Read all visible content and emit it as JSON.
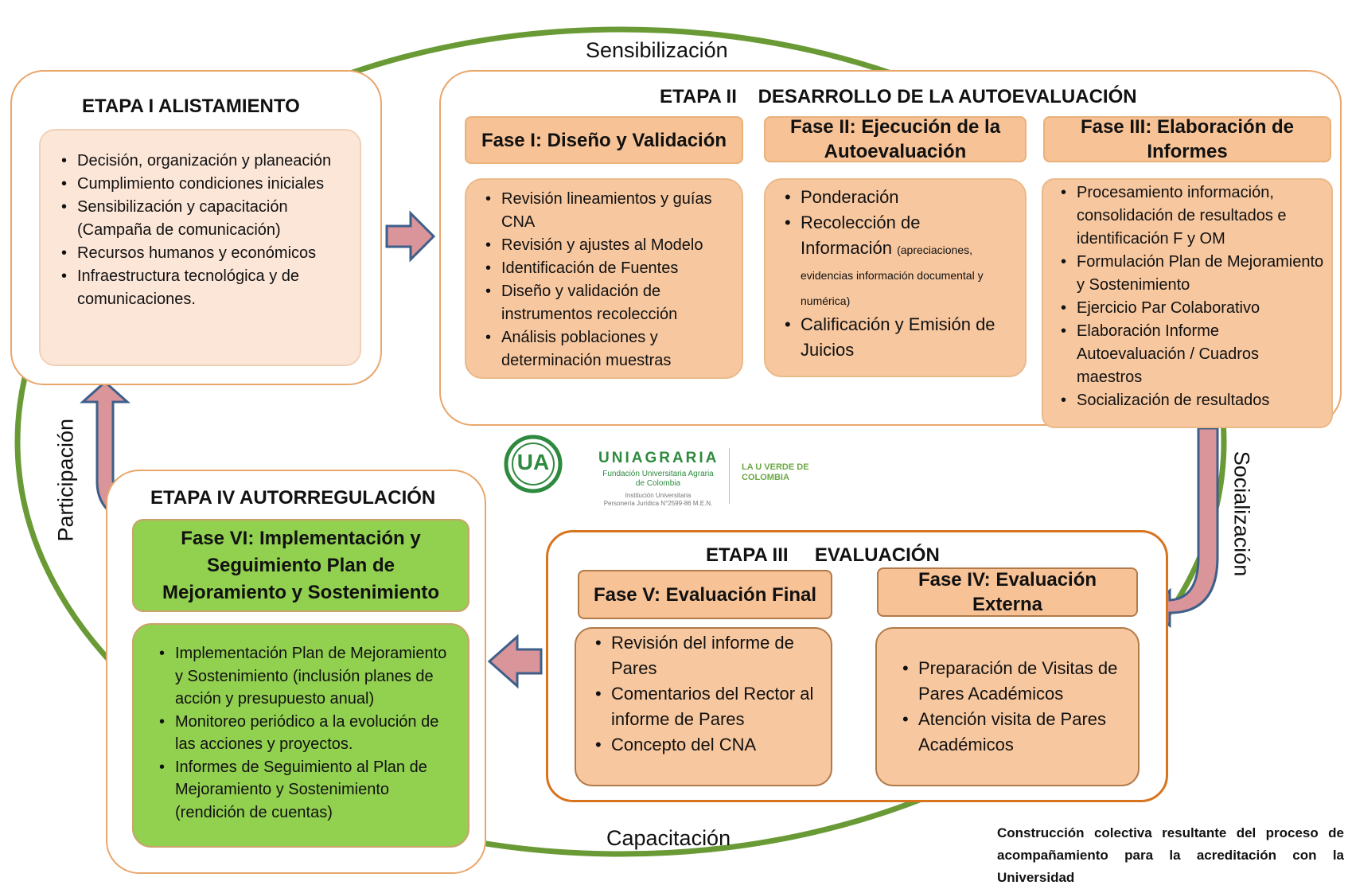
{
  "cycle_labels": {
    "top": "Sensibilización",
    "left": "Participación",
    "right": "Socialización",
    "bottom": "Capacitación"
  },
  "stage1": {
    "title": "ETAPA I ALISTAMIENTO",
    "items": [
      "Decisión, organización y planeación",
      "Cumplimiento condiciones iniciales",
      "Sensibilización y capacitación (Campaña de comunicación)",
      "Recursos humanos y económicos",
      "Infraestructura tecnológica y de comunicaciones."
    ]
  },
  "stage2": {
    "title": "ETAPA II    DESARROLLO DE LA AUTOEVALUACIÓN",
    "phase1": {
      "title": "Fase I: Diseño y Validación",
      "items": [
        "Revisión lineamientos y guías CNA",
        "Revisión y ajustes al Modelo",
        "Identificación de Fuentes",
        "Diseño y validación de instrumentos recolección",
        "Análisis poblaciones y determinación muestras"
      ]
    },
    "phase2": {
      "title": "Fase II: Ejecución de la Autoevaluación",
      "item1": "Ponderación",
      "item2_main": "Recolección de Información",
      "item2_note": "(apreciaciones, evidencias información documental y numérica)",
      "item3": "Calificación y Emisión de Juicios"
    },
    "phase3": {
      "title": "Fase III: Elaboración de Informes",
      "items": [
        "Procesamiento información, consolidación de resultados e identificación F y OM",
        "Formulación Plan de Mejoramiento y Sostenimiento",
        "Ejercicio Par Colaborativo",
        "Elaboración Informe Autoevaluación / Cuadros maestros",
        "Socialización de resultados"
      ]
    }
  },
  "stage3": {
    "title": "ETAPA III     EVALUACIÓN",
    "phase5": {
      "title": "Fase V: Evaluación Final",
      "items": [
        "Revisión del informe de Pares",
        "Comentarios del Rector al informe de Pares",
        "Concepto del  CNA"
      ]
    },
    "phase4": {
      "title": "Fase IV: Evaluación Externa",
      "items": [
        "Preparación de Visitas de Pares Académicos",
        "Atención visita de Pares Académicos"
      ]
    }
  },
  "stage4": {
    "title": "ETAPA IV AUTORREGULACIÓN",
    "phase6": {
      "title": "Fase VI: Implementación y Seguimiento Plan de Mejoramiento y Sostenimiento",
      "items": [
        "Implementación Plan de Mejoramiento y Sostenimiento (inclusión planes de acción y presupuesto anual)",
        "Monitoreo periódico a la evolución de las acciones y proyectos.",
        "Informes de Seguimiento al Plan de Mejoramiento  y Sostenimiento (rendición de cuentas)"
      ]
    }
  },
  "logo": {
    "initials": "UA",
    "name": "UNIAGRARIA",
    "full_name": "Fundación Universitaria Agraria de Colombia",
    "subtitle1": "Institución Universitaria",
    "subtitle2": "Personería Jurídica N°2599-86 M.E.N.",
    "tagline": "LA U VERDE DE COLOMBIA"
  },
  "footnote": "Construcción colectiva resultante del proceso de acompañamiento para la acreditación con la Universidad",
  "colors": {
    "cycle_green": "#6a9a36",
    "panel_orange": "#e9a66b",
    "stage3_border": "#d8731e",
    "phase_fill": "#f7c295",
    "phase6_green": "#92d050",
    "arrow_fill": "#d9959a",
    "arrow_outline": "#3e5f8a",
    "logo_green": "#2e8a3e"
  }
}
